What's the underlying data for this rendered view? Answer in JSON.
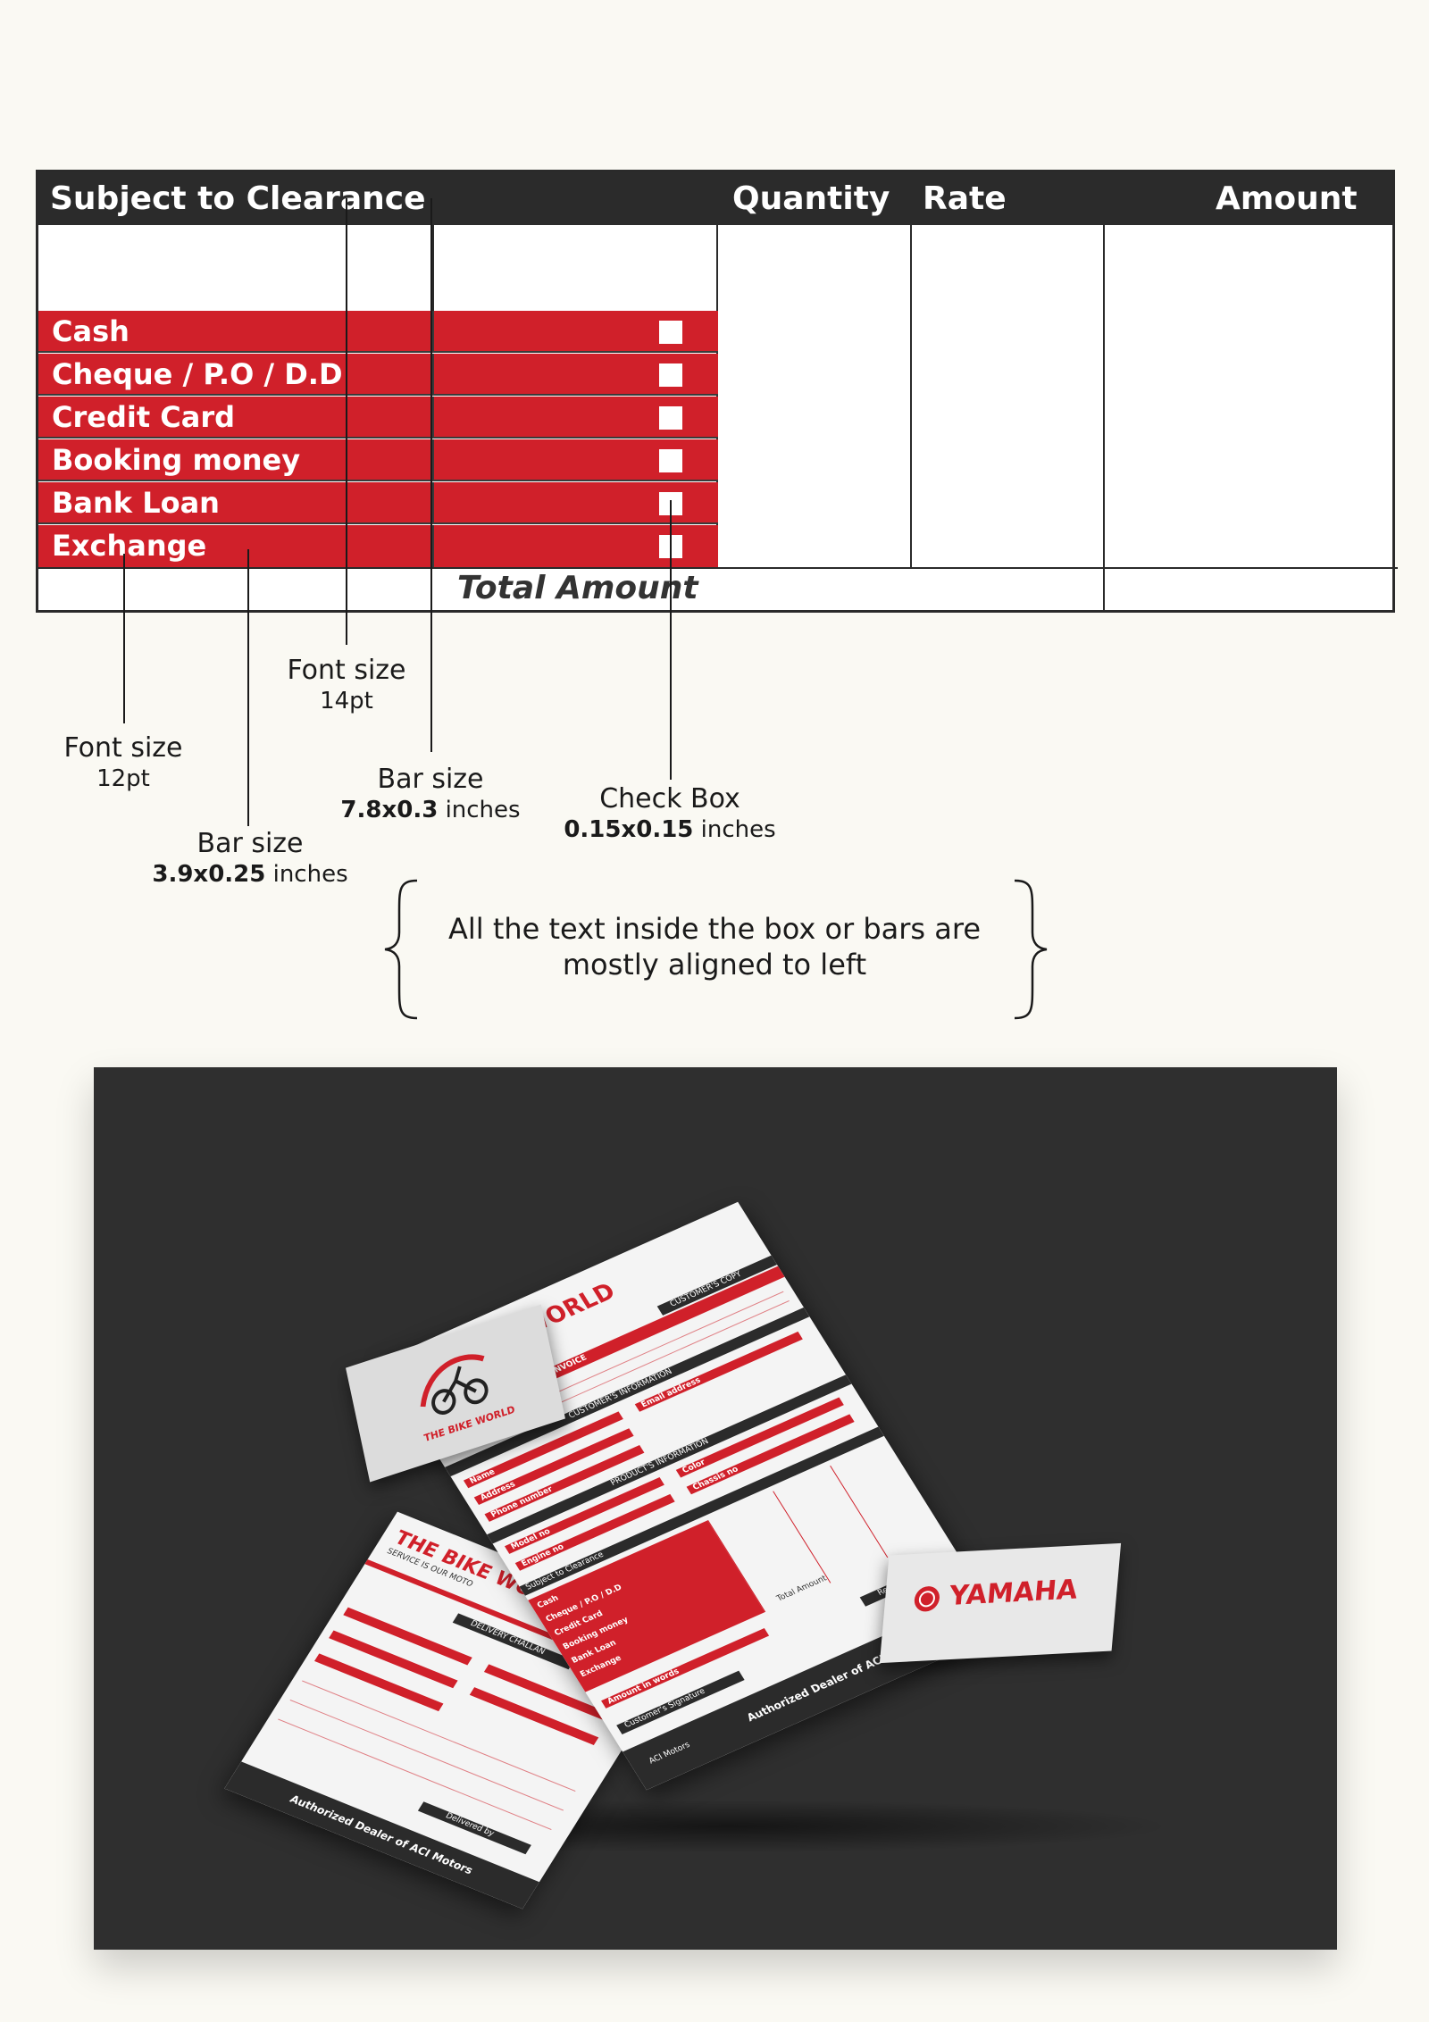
{
  "table": {
    "headers": {
      "subject": "Subject to Clearance",
      "quantity": "Quantity",
      "rate": "Rate",
      "amount": "Amount"
    },
    "payment_options": [
      "Cash",
      "Cheque / P.O / D.D",
      "Credit Card",
      "Booking money",
      "Bank Loan",
      "Exchange"
    ],
    "total_label": "Total Amount"
  },
  "annotations": {
    "font_14": {
      "title": "Font size",
      "value": "14pt"
    },
    "font_12": {
      "title": "Font size",
      "value": "12pt"
    },
    "bar_large": {
      "title": "Bar size",
      "value": "7.8x0.3",
      "unit": "inches"
    },
    "bar_small": {
      "title": "Bar size",
      "value": "3.9x0.25",
      "unit": "inches"
    },
    "checkbox": {
      "title": "Check Box",
      "value": "0.15x0.15",
      "unit": "inches"
    },
    "alignment_note_line1": "All the text inside the box or bars are",
    "alignment_note_line2": "mostly aligned to left"
  },
  "mockup": {
    "brand": "THE BIKE WORLD",
    "tagline": "SERVICE IS OUR MOTO",
    "invoice_label": "INVOICE",
    "customer_copy": "CUSTOMER'S COPY",
    "customer_info": "CUSTOMER'S INFORMATION",
    "product_info": "PRODUCT'S INFORMATION",
    "fields": [
      "Name",
      "Address",
      "Phone number",
      "Model no",
      "Engine no",
      "Email address",
      "Color",
      "Chassis no"
    ],
    "subject": "Subject to Clearance",
    "payment_options": [
      "Cash",
      "Cheque / P.O / D.D",
      "Credit Card",
      "Booking money",
      "Bank Loan",
      "Exchange"
    ],
    "total": "Total Amount",
    "amount_words": "Amount in words",
    "signature": "Customer's Signature",
    "received_by": "Received by",
    "footer": "Authorized Dealer of ACI Motors",
    "aci": "ACI Motors",
    "delivery_challan": "DELIVERY CHALLAN",
    "delivered_by": "Delivered by",
    "yamaha": "YAMAHA",
    "colors": {
      "red": "#d0202a",
      "dark": "#2b2b2b",
      "background": "#faf9f3"
    }
  }
}
